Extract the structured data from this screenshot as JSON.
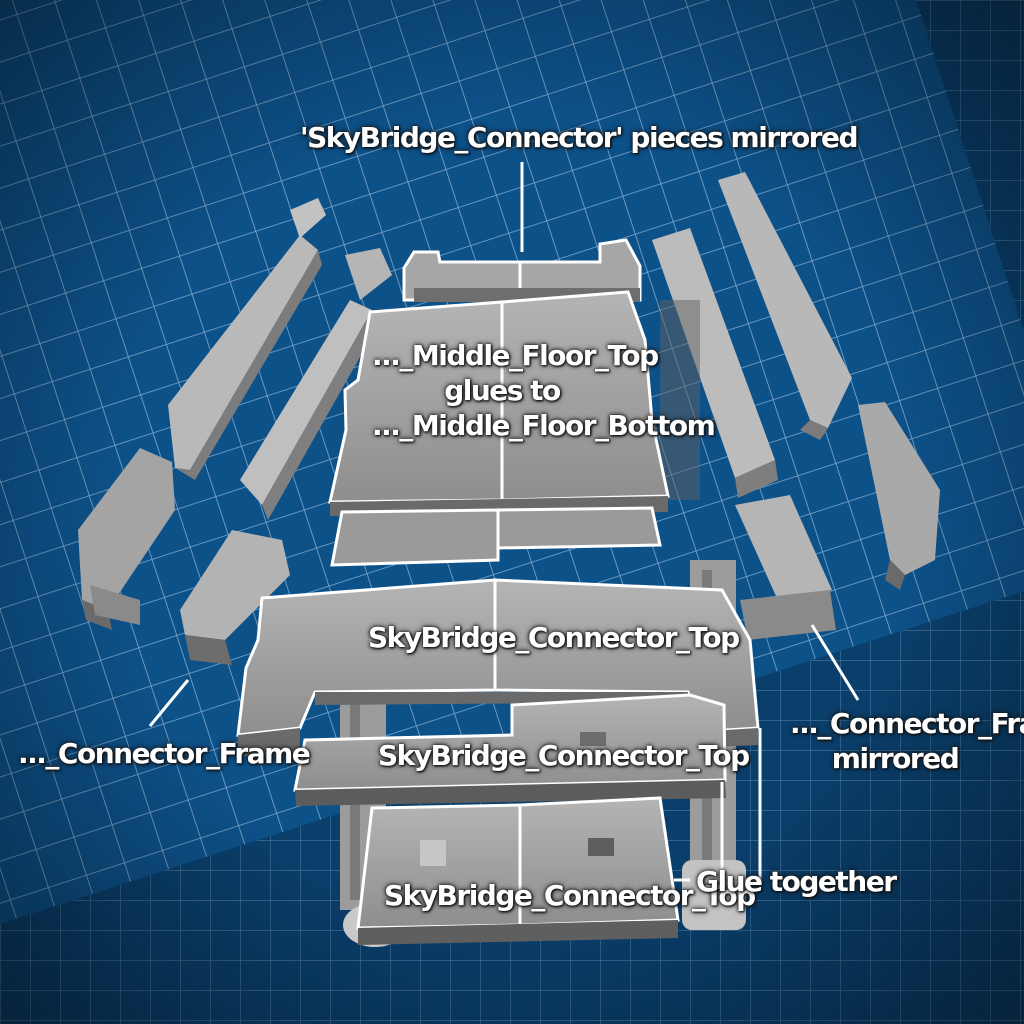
{
  "labels": {
    "mirrored_pieces": "'SkyBridge_Connector' pieces mirrored",
    "middle_floor": [
      "..._Middle_Floor_Top",
      "glues to",
      "..._Middle_Floor_Bottom"
    ],
    "connector_top_1": "SkyBridge_Connector_Top",
    "connector_top_2": "SkyBridge_Connector_Top",
    "connector_top_3": "SkyBridge_Connector_Top",
    "connector_frame_left": "..._Connector_Frame",
    "connector_frame_right": [
      "..._Connector_Frame",
      "mirrored"
    ],
    "glue_together": "Glue together"
  },
  "colors": {
    "background": "#0b4a7c",
    "grid_line": "#9dc1de",
    "part_light": "#a9a9a9",
    "part_dark": "#6f6f6f",
    "outline": "#ffffff",
    "label_text": "#ffffff"
  }
}
